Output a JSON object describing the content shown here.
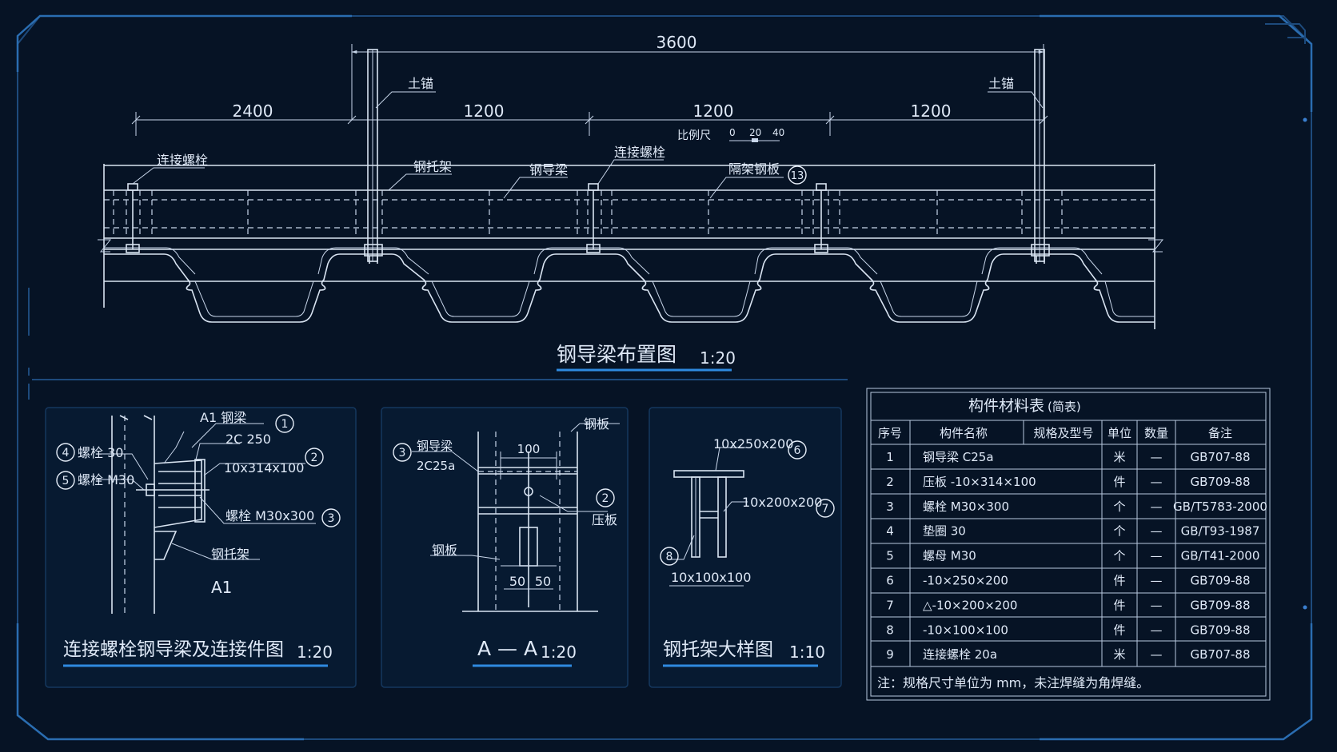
{
  "layout_drawing": {
    "dims": {
      "total": "3600",
      "d1": "2400",
      "d2": "1200",
      "d3": "1200",
      "d4": "1200"
    },
    "scale_bar": {
      "label": "比例尺",
      "ticks": [
        "0",
        "20",
        "40"
      ]
    },
    "labels": {
      "anchor_left": "土锚",
      "anchor_right": "土锚",
      "bolt_left": "连接螺栓",
      "bolt_mid": "连接螺栓",
      "bracket": "钢托架",
      "guide_beam": "钢导梁",
      "spacer_plate": "隔架钢板",
      "spacer_no": "13"
    },
    "title": "钢导梁布置图",
    "scale": "1:20"
  },
  "panel_connection": {
    "labels": {
      "a1_beam": "A1 钢梁",
      "c250": "2C 250",
      "plate": "10x314x100",
      "bolt_long": "螺栓 M30x300",
      "bracket": "钢托架",
      "bolt30": "螺栓 30",
      "boltm30": "螺栓 M30",
      "a1": "A1"
    },
    "nums": [
      "1",
      "2",
      "3",
      "4",
      "5"
    ],
    "title": "连接螺栓钢导梁及连接件图",
    "scale": "1:20"
  },
  "panel_section": {
    "labels": {
      "steel_plate_top": "钢板",
      "guide_beam": "钢导梁",
      "c25a": "2C25a",
      "w100": "100",
      "press_plate": "压板",
      "steel_plate_left": "钢板",
      "w50a": "50",
      "w50b": "50"
    },
    "nums": [
      "3",
      "2"
    ],
    "title": "A — A",
    "scale": "1:20"
  },
  "panel_bracket": {
    "labels": {
      "top_plate": "10x250x200",
      "web_plate": "10x200x200",
      "base_plate": "10x100x100"
    },
    "nums": [
      "6",
      "7",
      "8"
    ],
    "title": "钢托架大样图",
    "scale": "1:10"
  },
  "table": {
    "title": "构件材料表",
    "subtitle": "(简表)",
    "headers": [
      "序号",
      "构件名称",
      "规格及型号",
      "单位",
      "数量",
      "备注"
    ],
    "rows": [
      [
        "1",
        "钢导梁  C25a",
        "米",
        "—",
        "GB707-88"
      ],
      [
        "2",
        "压板  -10×314×100",
        "件",
        "—",
        "GB709-88"
      ],
      [
        "3",
        "螺栓  M30×300",
        "个",
        "—",
        "GB/T5783-2000"
      ],
      [
        "4",
        "垫圈   30",
        "个",
        "—",
        "GB/T93-1987"
      ],
      [
        "5",
        "螺母   M30",
        "个",
        "—",
        "GB/T41-2000"
      ],
      [
        "6",
        "-10×250×200",
        "件",
        "—",
        "GB709-88"
      ],
      [
        "7",
        "△-10×200×200",
        "件",
        "—",
        "GB709-88"
      ],
      [
        "8",
        "-10×100×100",
        "件",
        "—",
        "GB709-88"
      ],
      [
        "9",
        "连接螺栓    20a",
        "米",
        "—",
        "GB707-88"
      ]
    ],
    "note": "注：规格尺寸单位为 mm，未注焊缝为角焊缝。"
  }
}
